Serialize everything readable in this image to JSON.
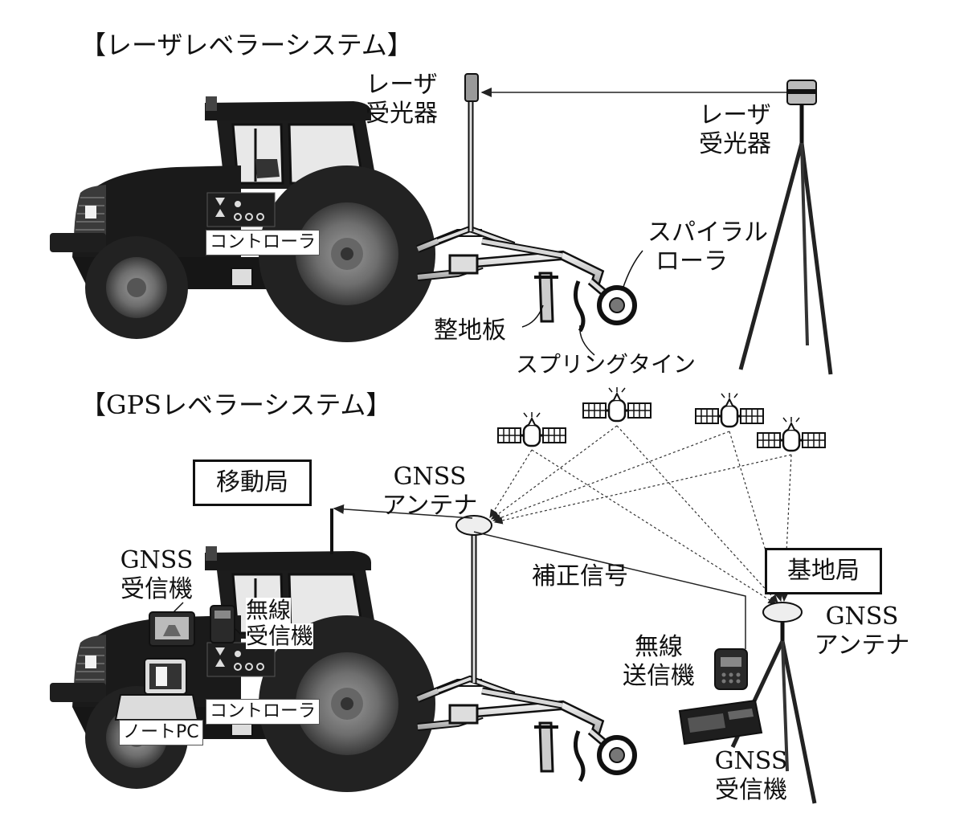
{
  "sections": {
    "laser_title": "【レーザレベラーシステム】",
    "gps_title": "【GPSレベラーシステム】"
  },
  "laser": {
    "receiver_label_1": "レーザ",
    "receiver_label_2": "受光器",
    "emitter_label_1": "レーザ",
    "emitter_label_2": "受光器",
    "controller": "コントローラ",
    "spiral_roller_1": "スパイラル",
    "spiral_roller_2": "ローラ",
    "leveling_board": "整地板",
    "spring_tine": "スプリングタイン"
  },
  "gps": {
    "mobile_station": "移動局",
    "base_station": "基地局",
    "rover_antenna_1": "GNSS",
    "rover_antenna_2": "アンテナ",
    "correction_signal": "補正信号",
    "gnss_receiver_1": "GNSS",
    "gnss_receiver_2": "受信機",
    "radio_receiver_1": "無線",
    "radio_receiver_2": "受信機",
    "controller": "コントローラ",
    "notebook_pc": "ノートPC",
    "radio_transmitter_1": "無線",
    "radio_transmitter_2": "送信機",
    "base_antenna_1": "GNSS",
    "base_antenna_2": "アンテナ",
    "base_receiver_1": "GNSS",
    "base_receiver_2": "受信機"
  },
  "colors": {
    "tractor_body": "#1a1a1a",
    "tire": "#222222",
    "rim": "#8a8a8a",
    "frame": "#cfcfcf"
  }
}
